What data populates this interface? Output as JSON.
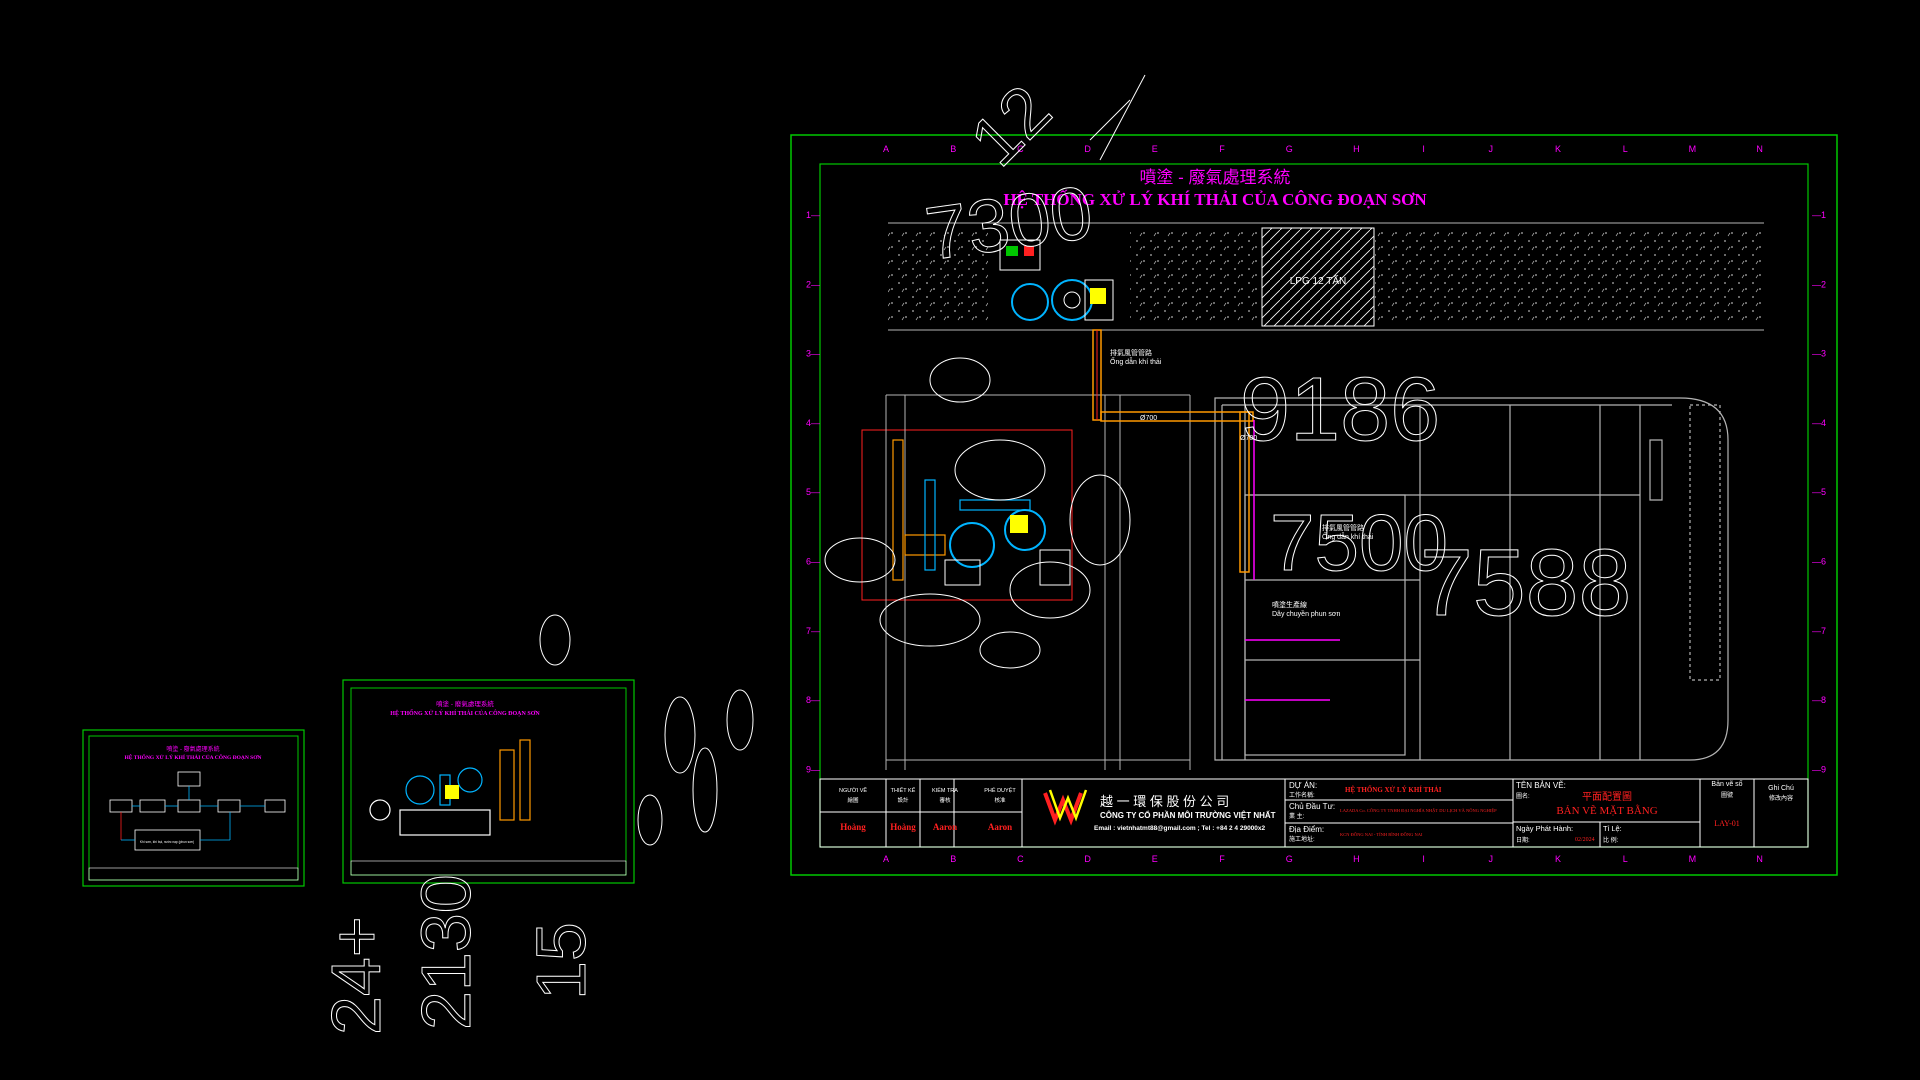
{
  "colors": {
    "background": "#000000",
    "frame": "#00c800",
    "magenta": "#ff00ff",
    "white": "#ffffff",
    "gray": "#b4b4b4",
    "red": "#ff2020",
    "yellow": "#ffff00",
    "cyan": "#00b4ff",
    "orange": "#ff9900",
    "blue": "#2060ff"
  },
  "main_sheet": {
    "title_cn": "噴塗 - 廢氣處理系統",
    "title_vn": "HỆ THỐNG XỬ LÝ KHÍ THẢI CỦA CÔNG  ĐOẠN SƠN",
    "grid_columns": [
      "A",
      "B",
      "C",
      "D",
      "E",
      "F",
      "G",
      "H",
      "I",
      "J",
      "K",
      "L",
      "M",
      "N"
    ],
    "grid_rows": [
      "1",
      "2",
      "3",
      "4",
      "5",
      "6",
      "7",
      "8",
      "9"
    ],
    "labels": {
      "lpg": "LPG 12 TẤN",
      "duct_cn_1": "排氣風管管路",
      "duct_vn_1": "Ống dẫn khí thải",
      "duct_cn_2": "排氣風管管路",
      "duct_vn_2": "Ống dẫn khí thải",
      "spray_line_cn": "噴塗生產線",
      "spray_line_vn": "Dây chuyền phun sơn",
      "pipe_tag_1": "Ø700",
      "pipe_tag_2": "Ø700"
    },
    "overlay_numbers": [
      "9186",
      "7588",
      "7500",
      "7300",
      "12"
    ],
    "title_block": {
      "roles": [
        {
          "title": "NGƯỜI VẼ",
          "title_cn": "繪圖",
          "name": "Hoàng"
        },
        {
          "title": "THIẾT KẾ",
          "title_cn": "設計",
          "name": "Hoàng"
        },
        {
          "title": "KIỂM TRA",
          "title_cn": "審核",
          "name": "Aaron"
        },
        {
          "title": "PHÊ DUYỆT",
          "title_cn": "核准",
          "name": "Aaron"
        }
      ],
      "company_cn": "越 一 環 保 股 份 公 司",
      "company_vn": "CÔNG TY CỔ PHẦN MÔI TRƯỜNG VIỆT NHẤT",
      "contact": "Email : vietnhatmt88@gmail.com ; Tel : +84 2 4 29000x2",
      "project_label": "DỰ ÁN:",
      "project_label_cn": "工作名稱:",
      "project_value": "HỆ THỐNG XỬ LÝ KHÍ THẢI",
      "owner_label": "Chủ Đầu Tư:",
      "owner_label_cn": "業  主:",
      "owner_value": "LAZADA Co. CÔNG TY TNHH ĐẠI NGHĨA NHẬT DU LỊCH VÀ NÔNG NGHIỆP",
      "location_label": "Địa Điểm:",
      "location_label_cn": "施工地址:",
      "location_value": "KCN ĐỒNG NAI - TỈNH BÌNH ĐỒNG NAI",
      "drawing_name_label": "TÊN BẢN VẼ:",
      "drawing_name_label_cn": "圖名:",
      "drawing_name_cn": "平面配置圖",
      "drawing_name_vn": "BẢN VẼ MẶT BẰNG",
      "issue_label": "Ngày Phát Hành:",
      "issue_label_cn": "日期:",
      "issue_value": "02/2024",
      "scale_label": "Tỉ Lệ:",
      "scale_label_2": "比 例:",
      "sheet_no_label": "Bản vẽ số",
      "sheet_no_label_cn": "圖號",
      "sheet_no": "LAY-01",
      "note_label": "Ghi Chú",
      "note_label_cn": "修改內容"
    }
  },
  "small_sheet_left": {
    "title_cn": "噴塗 - 廢氣處理系統",
    "title_vn": "HỆ THỐNG XỬ LÝ KHÍ THẢI CỦA CÔNG ĐOẠN SƠN",
    "box_label": "Khí sơn, khí bụi, nước nạp (phun sơn)"
  },
  "small_sheet_mid": {
    "title_cn": "噴塗 - 廢氣處理系統",
    "title_vn": "HỆ THỐNG XỬ LÝ KHÍ THẢI CỦA CÔNG ĐOẠN SƠN"
  },
  "overlay_numbers_lower": [
    "24+",
    "2130",
    "15"
  ]
}
